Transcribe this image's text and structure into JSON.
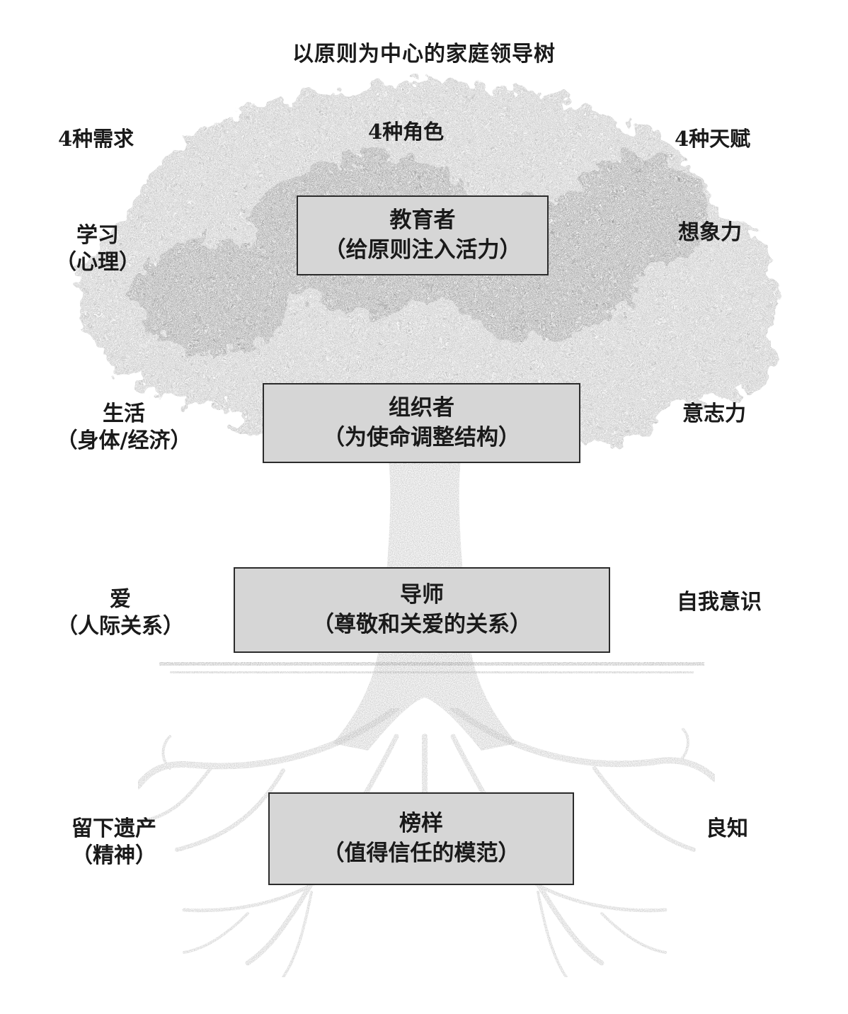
{
  "title": "以原则为中心的家庭领导树",
  "headers": {
    "needs": "4种需求",
    "roles": "4种角色",
    "gifts": "4种天赋"
  },
  "roles": [
    {
      "name": "教育者",
      "desc": "（给原则注入活力）"
    },
    {
      "name": "组织者",
      "desc": "（为使命调整结构）"
    },
    {
      "name": "导师",
      "desc": "（尊敬和关爱的关系）"
    },
    {
      "name": "榜样",
      "desc": "（值得信任的模范）"
    }
  ],
  "needs": [
    {
      "name": "学习",
      "desc": "（心理）"
    },
    {
      "name": "生活",
      "desc": "（身体/经济）"
    },
    {
      "name": "爱",
      "desc": "（人际关系）"
    },
    {
      "name": "留下遗产",
      "desc": "（精神）"
    }
  ],
  "gifts": [
    "想象力",
    "意志力",
    "自我意识",
    "良知"
  ],
  "colors": {
    "foliage": "#9a9a9a",
    "box_fill": "#d6d6d6",
    "box_border": "#2b2b2b",
    "text": "#1a1a1a"
  }
}
